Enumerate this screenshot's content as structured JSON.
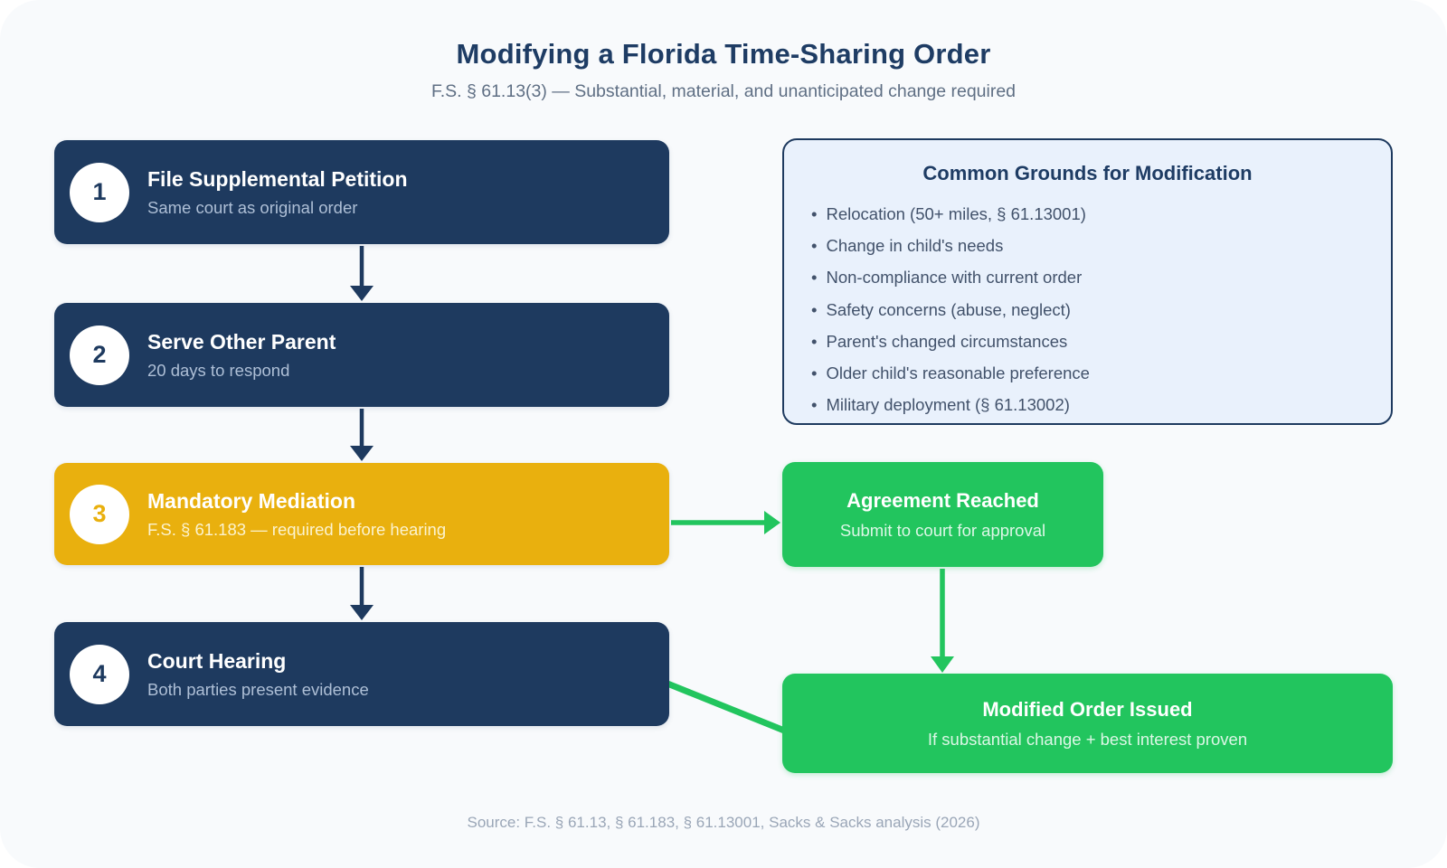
{
  "header": {
    "title": "Modifying a Florida Time-Sharing Order",
    "subtitle": "F.S. § 61.13(3) — Substantial, material, and unanticipated change required"
  },
  "flow": {
    "steps": [
      {
        "num": "1",
        "title": "File Supplemental Petition",
        "subtitle": "Same court as original order"
      },
      {
        "num": "2",
        "title": "Serve Other Parent",
        "subtitle": "20 days to respond"
      },
      {
        "num": "3",
        "title": "Mandatory Mediation",
        "subtitle": "F.S. § 61.183 — required before hearing"
      },
      {
        "num": "4",
        "title": "Court Hearing",
        "subtitle": "Both parties present evidence"
      }
    ]
  },
  "grounds": {
    "title": "Common Grounds for Modification",
    "bullet": "•",
    "items": [
      "Relocation (50+ miles, § 61.13001)",
      "Change in child's needs",
      "Non-compliance with current order",
      "Safety concerns (abuse, neglect)",
      "Parent's changed circumstances",
      "Older child's reasonable preference",
      "Military deployment (§ 61.13002)"
    ]
  },
  "outcomes": {
    "agreement": {
      "title": "Agreement Reached",
      "subtitle": "Submit to court for approval"
    },
    "modified": {
      "title": "Modified Order Issued",
      "subtitle": "If substantial change + best interest proven"
    }
  },
  "footer": {
    "source": "Source: F.S. § 61.13, § 61.183, § 61.13001, Sacks & Sacks analysis (2026)"
  },
  "colors": {
    "navy": "#1e3a5f",
    "gold": "#e9b00e",
    "green": "#22c55e",
    "panel_bg": "#e9f1fc",
    "page_bg": "#f8fafc"
  }
}
